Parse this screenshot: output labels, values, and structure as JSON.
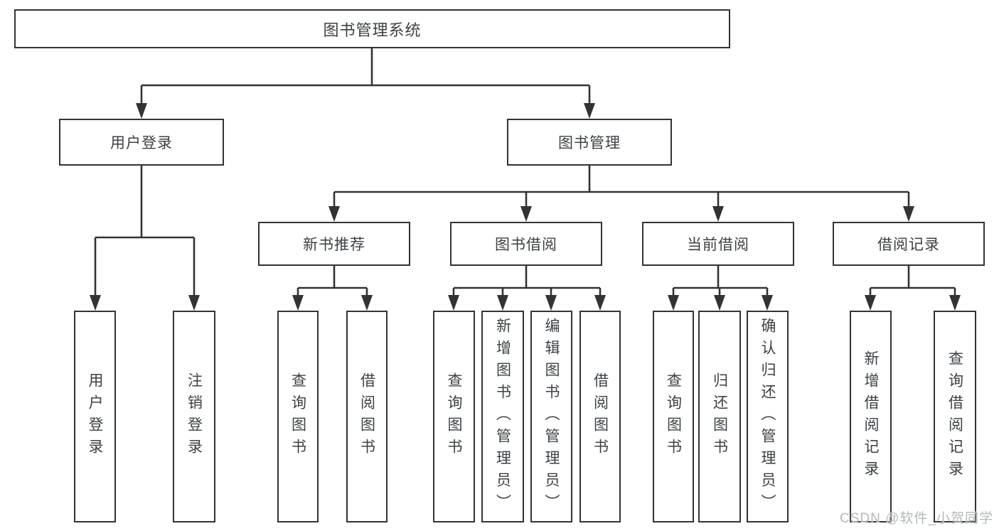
{
  "diagram": {
    "root_label": "图书管理系统",
    "level2": {
      "user_login": "用户登录",
      "book_mgmt": "图书管理"
    },
    "level3": {
      "new_book": "新书推荐",
      "borrow": "图书借阅",
      "current": "当前借阅",
      "records": "借阅记录"
    },
    "leaves": {
      "ul_login": "用户登录",
      "ul_logout": "注销登录",
      "nb_query": "查询图书",
      "nb_borrow": "借阅图书",
      "bb_query": "查询图书",
      "bb_add": "新增图书（管理员）",
      "bb_edit": "编辑图书（管理员）",
      "bb_borrow": "借阅图书",
      "cb_query": "查询图书",
      "cb_return": "归还图书",
      "cb_confirm": "确认归还（管理员）",
      "br_add": "新增借阅记录",
      "br_query": "查询借阅记录"
    },
    "colors": {
      "line": "#333333",
      "text": "#3c4046",
      "watermark": "#b3b7bd",
      "background": "#ffffff"
    }
  },
  "watermark": {
    "text": "CSDN @软件_小贺同学"
  }
}
